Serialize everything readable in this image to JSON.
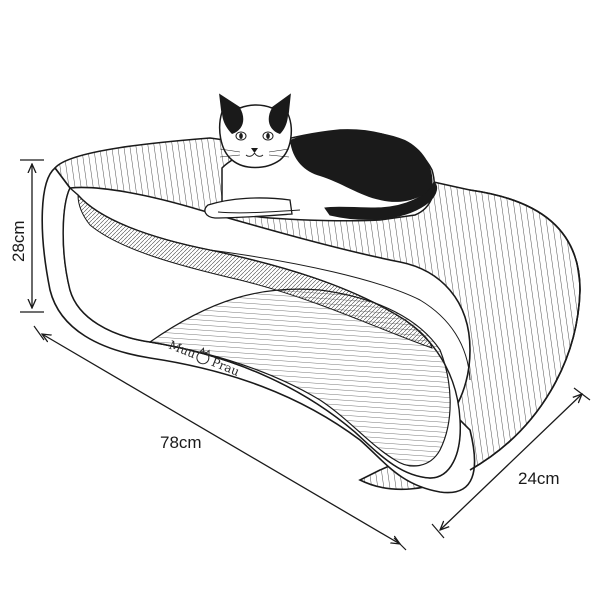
{
  "dimensions": {
    "height": "28cm",
    "length": "78cm",
    "depth": "24cm"
  },
  "brand": {
    "text_left": "Muu",
    "text_right": "Prau",
    "logo_icon": "cat-head-logo-icon"
  },
  "colors": {
    "ink": "#1a1a1a",
    "paper": "#ffffff"
  }
}
